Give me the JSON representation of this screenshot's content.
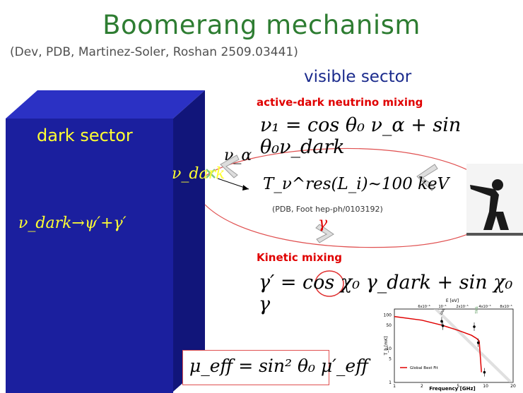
{
  "slide": {
    "title": "Boomerang mechanism",
    "citation": "(Dev, PDB, Martinez-Soler, Roshan 2509.03441)",
    "visible_sector": "visible sector",
    "active_dark_mixing_label": "active-dark neutrino mixing",
    "eq_nu1": "ν₁ = cos θ₀ ν_α + sin θ₀ν_dark",
    "dark_sector": "dark sector",
    "dark_process": "ν_dark→ψ′+γ′",
    "nu_dark_label": "ν_dark",
    "nu_alpha_label": "ν_α",
    "gamma_label": "γ",
    "temperature": "T_ν^res(L_i)~100 keV",
    "temperature_ref": "(PDB, Foot hep-ph/0103192)",
    "kinetic_mixing_label": "Kinetic mixing",
    "eq_gamma": "γ′ = cos χ₀ γ_dark + sin χ₀ γ",
    "mu_eff": "μ_eff = sin² θ₀ μ′_eff"
  },
  "colors": {
    "title": "#2e7d32",
    "dark_box": "#1b1f9e",
    "highlight": "#ffff33",
    "red": "#e00000",
    "sector_blue": "#1a2a8c"
  },
  "chart_data": {
    "type": "scatter",
    "xlabel": "Frequency [GHz]",
    "ylabel": "T_b [mK]",
    "top_xlabel": "E [eV]",
    "xscale": "log",
    "yscale": "log",
    "x_ticks": [
      "1",
      "2",
      "5",
      "10",
      "20"
    ],
    "y_ticks": [
      "1",
      "5",
      "10",
      "50",
      "100"
    ],
    "top_ticks": [
      "6x10⁻⁶",
      "10⁻⁵",
      "2x10⁻⁵",
      "4x10⁻⁵",
      "8x10⁻⁵"
    ],
    "annotations": [
      "LWA",
      "TRIS"
    ],
    "legend": [
      "Global Best Fit"
    ],
    "series": [
      {
        "name": "Global Best Fit",
        "x": [
          1,
          2,
          3.3,
          5,
          7,
          8,
          8.5,
          9
        ],
        "y": [
          90,
          70,
          50,
          35,
          25,
          20,
          17,
          2
        ]
      }
    ],
    "points": [
      {
        "x": 3.3,
        "y": 65
      },
      {
        "x": 3.4,
        "y": 48
      },
      {
        "x": 7.5,
        "y": 45
      },
      {
        "x": 8.3,
        "y": 15
      },
      {
        "x": 9.7,
        "y": 2
      }
    ]
  }
}
